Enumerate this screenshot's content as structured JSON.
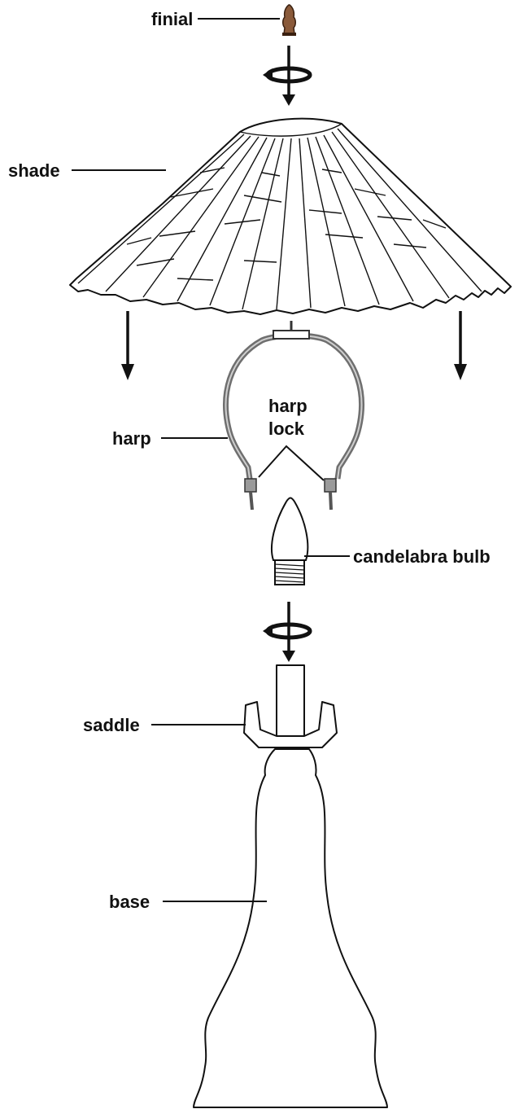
{
  "labels": {
    "finial": "finial",
    "shade": "shade",
    "harp": "harp",
    "harp_lock_line1": "harp",
    "harp_lock_line2": "lock",
    "candelabra_bulb": "candelabra bulb",
    "saddle": "saddle",
    "base": "base"
  },
  "colors": {
    "ink": "#111111",
    "finial_bronze": "#8a5a3a",
    "harp_metal": "#7a7a7a"
  },
  "icons": {
    "twist_arrow": "rotate-and-lower-icon",
    "down_arrow": "down-arrow-icon"
  }
}
